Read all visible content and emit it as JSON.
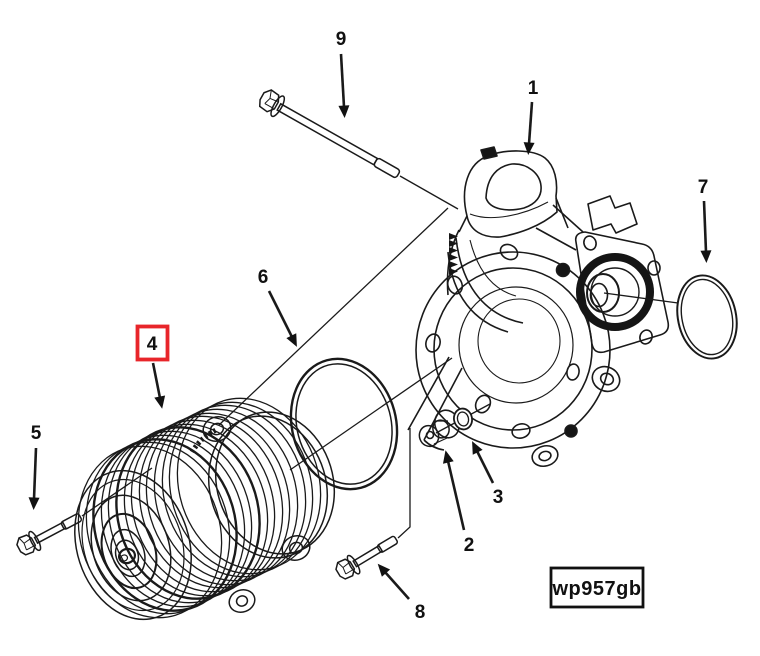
{
  "figure": {
    "background_color": "#ffffff",
    "line_color": "#1a1a1a",
    "highlight_color": "#e8252a",
    "stamp_label": "wp957gb",
    "highlighted_callout": "4",
    "callouts": {
      "c1": "1",
      "c2": "2",
      "c3": "3",
      "c4": "4",
      "c5": "5",
      "c6": "6",
      "c7": "7",
      "c8": "8",
      "c9": "9"
    }
  }
}
